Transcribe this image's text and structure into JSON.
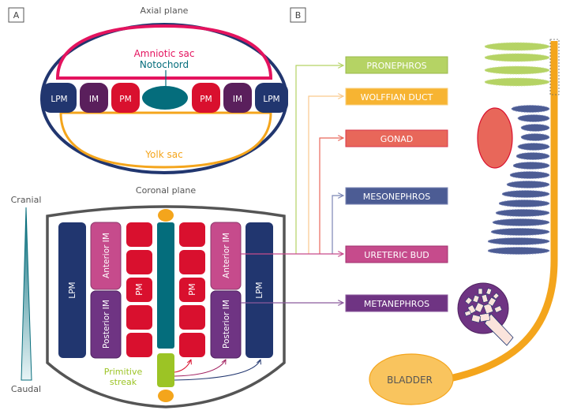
{
  "panels": {
    "a_label": "A",
    "b_label": "B"
  },
  "axial": {
    "title": "Axial plane",
    "amniotic_sac": "Amniotic sac",
    "notochord": "Notochord",
    "yolk_sac": "Yolk sac",
    "segments": [
      "LPM",
      "IM",
      "PM",
      "PM",
      "IM",
      "LPM"
    ]
  },
  "coronal": {
    "title": "Coronal plane",
    "cranial": "Cranial",
    "caudal": "Caudal",
    "lpm": "LPM",
    "anterior_im": "Anterior IM",
    "posterior_im": "Posterior IM",
    "pm": "PM",
    "primitive_streak_line1": "Primitive",
    "primitive_streak_line2": "streak"
  },
  "derivatives": [
    {
      "label": "PRONEPHROS",
      "color": "#b5d364"
    },
    {
      "label": "WOLFFIAN DUCT",
      "color": "#f7b432"
    },
    {
      "label": "GONAD",
      "color": "#e8675a"
    },
    {
      "label": "MESONEPHROS",
      "color": "#4c5c94"
    },
    {
      "label": "URETERIC BUD",
      "color": "#c64b8c"
    },
    {
      "label": "METANEPHROS",
      "color": "#6f3483"
    }
  ],
  "bladder": "BLADDER",
  "colors": {
    "lpm": "#21366f",
    "im": "#5a1f5c",
    "pm": "#d9102e",
    "notochord": "#046d7c",
    "amniotic": "#e4135e",
    "yolk": "#f4a51c",
    "streak": "#9cc425",
    "anterior_im": "#c64b8c",
    "posterior_im": "#6f3483"
  }
}
